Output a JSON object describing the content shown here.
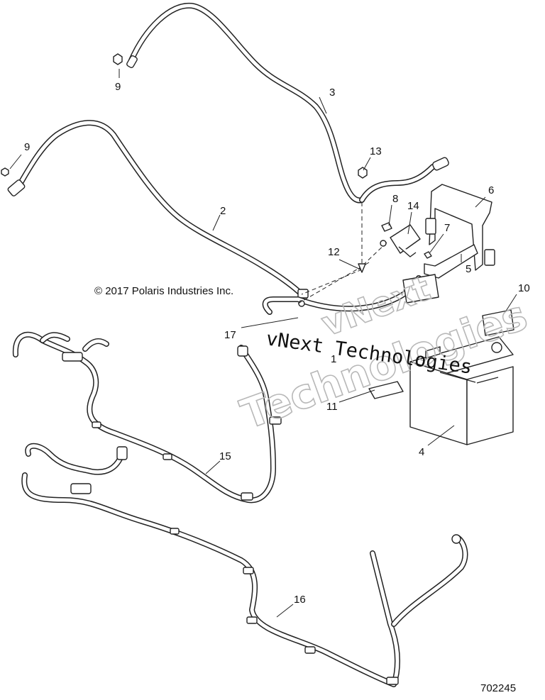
{
  "copyright": "© 2017 Polaris Industries Inc.",
  "drawing_number": "702245",
  "watermark": {
    "overlay_text": "vNext Technologies",
    "outline_line1": "vNext",
    "outline_line2": "Technologies"
  },
  "callouts": {
    "c1": "1",
    "c2": "2",
    "c3": "3",
    "c4": "4",
    "c5": "5",
    "c6": "6",
    "c7": "7",
    "c8": "8",
    "c9a": "9",
    "c9b": "9",
    "c10": "10",
    "c11": "11",
    "c12": "12",
    "c13": "13",
    "c14": "14",
    "c15": "15",
    "c16": "16",
    "c17": "17"
  }
}
